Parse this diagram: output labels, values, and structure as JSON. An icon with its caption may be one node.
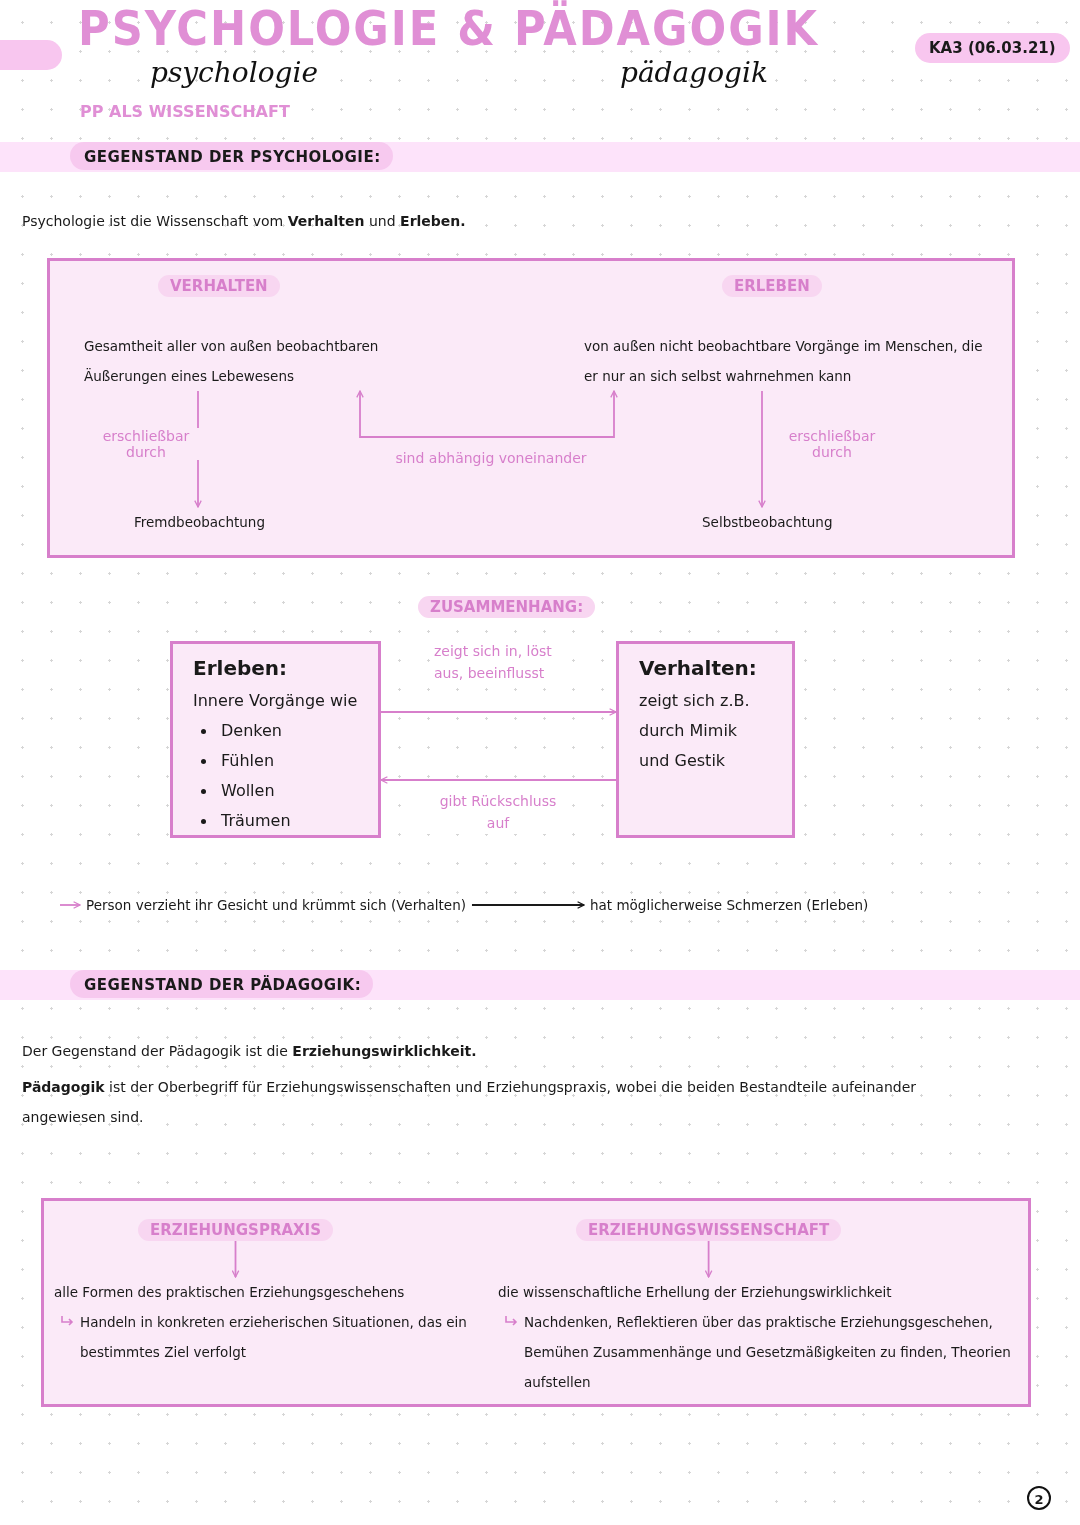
{
  "diagram": {
    "title": "PSYCHOLOGIE & PÄDAGOGIK",
    "nodes": [
      {
        "text": [],
        "shape": "box"
      },
      {
        "text": [
          "VERHALTEN"
        ],
        "in": 0
      },
      {
        "text": [
          "ERLEBEN"
        ],
        "in": 0
      },
      {
        "text": [
          "Gesamtheit aller von außen beobachtbaren Äußerungen eines Lebewesens"
        ],
        "in": 0
      },
      {
        "text": [
          "von außen nicht beobachtbare Vorgänge im Menschen, die er nur an sich selbst wahrnehmen kann"
        ],
        "in": 0
      },
      {
        "text": [
          "Fremdbeobachtung"
        ],
        "in": 0
      },
      {
        "text": [
          "Selbstbeobachtung"
        ],
        "in": 0
      },
      {
        "text": [
          "Erleben:",
          "Innere Vorgänge wie",
          "Denken",
          "Fühlen",
          "Wollen",
          "Träumen"
        ]
      },
      {
        "text": [
          "Verhalten:",
          "zeigt sich z.B. durch Mimik und Gestik"
        ]
      },
      {
        "text": [
          "Person verzieht ihr Gesicht und krümmt sich (Verhalten)"
        ]
      },
      {
        "text": [
          "hat möglicherweise Schmerzen (Erleben)"
        ]
      },
      {
        "text": [],
        "shape": "box"
      },
      {
        "text": [
          "ERZIEHUNGSPRAXIS"
        ],
        "in": 11
      },
      {
        "text": [
          "ERZIEHUNGSWISSENSCHAFT"
        ],
        "in": 11
      },
      {
        "text": [
          "alle Formen des praktischen Erziehungsgeschehens",
          "Handeln in konkreten erzieherischen Situationen, das ein bestimmtes Ziel verfolgt"
        ],
        "in": 11
      },
      {
        "text": [
          "die wissenschaftliche Erhellung der Erziehungswirklichkeit",
          "Nachdenken, Reflektieren über das praktische Erziehungsgeschehen, Bemühen Zusammenhänge und Gesetzmäßigkeiten zu finden, Theorien aufstellen"
        ],
        "in": 11
      },
      {
        "text": [
          "ZUSAMMENHANG:"
        ]
      }
    ],
    "edges": [
      {
        "from": 3,
        "to": 5,
        "arrow": "to",
        "label": "erschließbar durch"
      },
      {
        "from": 4,
        "to": 6,
        "arrow": "to",
        "label": "erschließbar durch"
      },
      {
        "from": 3,
        "to": 4,
        "arrow": "both",
        "label": "sind abhängig voneinander"
      },
      {
        "from": 7,
        "to": 8,
        "arrow": "to",
        "label": "zeigt sich in, löst aus, beeinflusst"
      },
      {
        "from": 8,
        "to": 7,
        "arrow": "to",
        "label": "gibt Rückschluss auf"
      },
      {
        "from": null,
        "to": 9,
        "arrow": "to"
      },
      {
        "from": 9,
        "to": 10,
        "arrow": "to",
        "color": "#1a1a1a"
      },
      {
        "from": 12,
        "to": 14,
        "arrow": "to"
      },
      {
        "from": 13,
        "to": 15,
        "arrow": "to"
      }
    ],
    "labels": [
      "psychologie",
      "pädagogik",
      "KA3 (06.03.21)",
      "PP ALS WISSENSCHAFT",
      "GEGENSTAND DER PSYCHOLOGIE:",
      "Psychologie ist die Wissenschaft vom **Verhalten** und **Erleben.**",
      "GEGENSTAND DER PÄDAGOGIK:",
      "Der Gegenstand der Pädagogik ist die **Erziehungswirklichkeit.**",
      "**Pädagogik** ist der Oberbegriff für Erziehungswissenschaften und Erziehungspraxis, wobei die beiden Bestandteile aufeinander angewiesen sind.",
      "2"
    ]
  }
}
